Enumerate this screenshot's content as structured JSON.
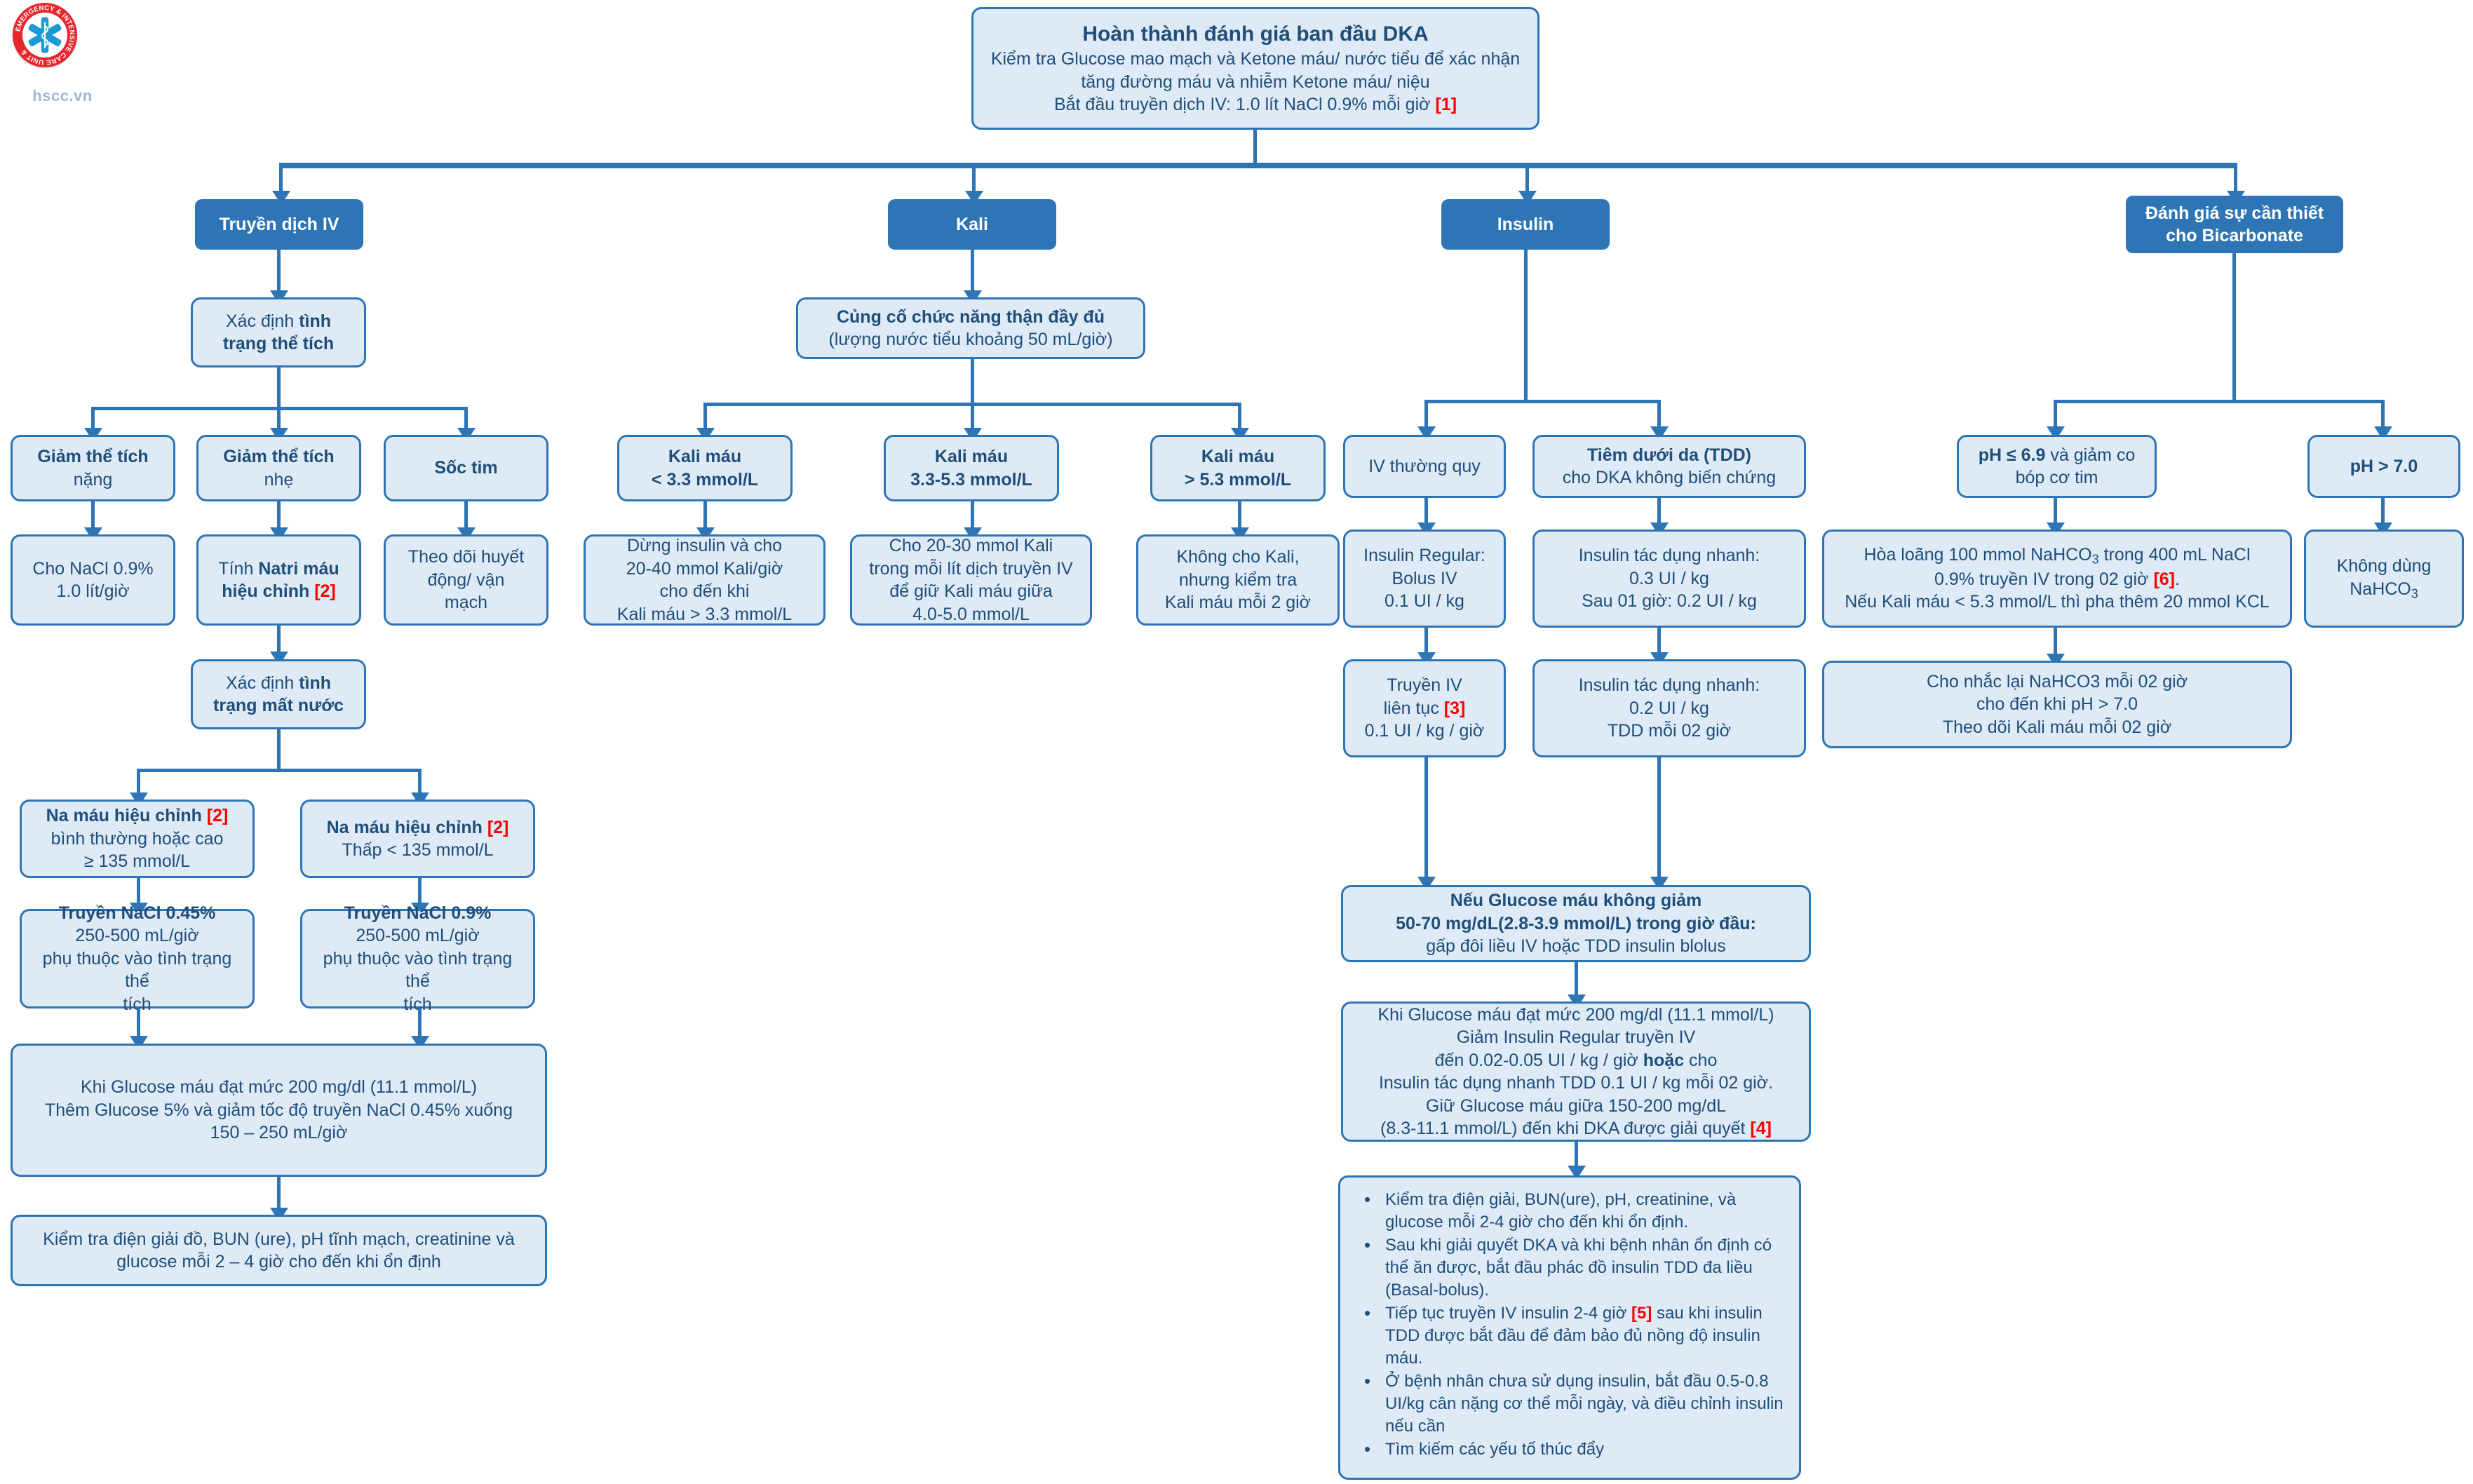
{
  "logo": {
    "ring_text": "EMERGENCY & INTENSIVE CARE UNIT",
    "site_name": "hscc.vn",
    "colors": {
      "ring": "#E8262D",
      "star": "#1C9AD6",
      "site_text": "#9FB6D4"
    }
  },
  "colors": {
    "header_fill": "#2E75B6",
    "box_fill": "#DEEAF6",
    "box_border": "#2E75B6",
    "text": "#1F4E79",
    "reference": "#FF0000",
    "connector": "#2E75B6"
  },
  "root": {
    "title": "Hoàn thành đánh giá ban đầu DKA",
    "line1": "Kiểm tra Glucose mao mạch và Ketone máu/ nước tiểu để xác nhận",
    "line2": "tăng đường máu và nhiễm Ketone máu/ niệu",
    "line3": "Bắt đầu truyền dịch IV: 1.0 lít NaCl 0.9% mỗi giờ",
    "ref3": "[1]"
  },
  "branches": {
    "fluids": {
      "header": "Truyền dịch IV"
    },
    "potassium": {
      "header": "Kali"
    },
    "insulin": {
      "header": "Insulin"
    },
    "bicarbonate": {
      "header_l1": "Đánh giá sự cần thiết",
      "header_l2": "cho Bicarbonate"
    }
  },
  "fluids": {
    "assess_volume": {
      "l1_pre": "Xác định ",
      "l1_b": "tình",
      "l2_b": "trạng thể tích"
    },
    "severe": {
      "l1": "Giảm thể tích",
      "l2": "nặng"
    },
    "mild": {
      "l1": "Giảm thể tích",
      "l2": "nhẹ"
    },
    "cardiogenic": {
      "l1": "Sốc tim"
    },
    "severe_action": {
      "l1": "Cho NaCl 0.9%",
      "l2": "1.0 lít/giờ"
    },
    "mild_action": {
      "l1_pre": "Tính ",
      "l1_b": "Natri máu",
      "l2_b": "hiệu chỉnh",
      "ref": "[2]"
    },
    "cardiogenic_action": {
      "l1": "Theo dõi huyết",
      "l2": "động/ vận",
      "l3": "mạch"
    },
    "assess_dehydration": {
      "l1_pre": "Xác định ",
      "l1_b": "tình",
      "l2_b": "trạng mất nước"
    },
    "na_normal_high": {
      "l1_b": "Na máu hiệu chỉnh",
      "ref": "[2]",
      "l2": "bình thường hoặc cao",
      "l3": "≥ 135 mmol/L"
    },
    "na_low": {
      "l1_b": "Na máu hiệu chỉnh",
      "ref": "[2]",
      "l2": "Thấp < 135 mmol/L"
    },
    "nacl_045": {
      "l1_b": "Truyền NaCl 0.45%",
      "l2": "250-500 mL/giờ",
      "l3": "phụ thuộc vào tình trạng thể",
      "l4": "tích"
    },
    "nacl_09": {
      "l1_b": "Truyền NaCl 0.9%",
      "l2": "250-500 mL/giờ",
      "l3": "phụ thuộc vào tình trạng thể",
      "l4": "tích"
    },
    "glucose_200": {
      "l1": "Khi Glucose máu đạt mức 200 mg/dl (11.1 mmol/L)",
      "l2": "Thêm Glucose 5% và giảm tốc độ truyền NaCl 0.45% xuống",
      "l3": "150 – 250 mL/giờ"
    },
    "monitor": {
      "l1": "Kiểm tra điện giải đồ, BUN (ure), pH tĩnh mạch, creatinine và",
      "l2": "glucose mỗi 2 – 4 giờ cho đến khi ổn định"
    }
  },
  "potassium": {
    "renal": {
      "l1_b": "Củng cố chức năng thận đầy đủ",
      "l2": "(lượng nước tiểu khoảng 50 mL/giờ)"
    },
    "low": {
      "l1": "Kali máu",
      "l2": "< 3.3 mmol/L"
    },
    "mid": {
      "l1": "Kali máu",
      "l2": "3.3-5.3 mmol/L"
    },
    "high": {
      "l1": "Kali máu",
      "l2": "> 5.3 mmol/L"
    },
    "low_action": {
      "l1": "Dừng insulin và cho",
      "l2": "20-40 mmol Kali/giờ",
      "l3": "cho đến khi",
      "l4": "Kali máu > 3.3 mmol/L"
    },
    "mid_action": {
      "l1": "Cho 20-30 mmol Kali",
      "l2": "trong mỗi lít dịch truyền IV",
      "l3": "để giữ Kali máu giữa",
      "l4": "4.0-5.0 mmol/L"
    },
    "high_action": {
      "l1": "Không cho Kali,",
      "l2": "nhưng kiểm tra",
      "l3": "Kali máu mỗi 2 giờ"
    }
  },
  "insulin": {
    "iv_route": {
      "l1": "IV thường quy"
    },
    "sc_route": {
      "l1_b": "Tiêm dưới da (TDD)",
      "l2": "cho DKA không biến chứng"
    },
    "iv_bolus": {
      "l1": "Insulin Regular:",
      "l2": "Bolus IV",
      "l3": "0.1 UI / kg"
    },
    "sc_rapid1": {
      "l1": "Insulin tác dụng nhanh:",
      "l2": "0.3 UI / kg",
      "l3": "Sau 01 giờ: 0.2 UI / kg"
    },
    "iv_infusion": {
      "l1": "Truyền IV",
      "l2": "liên tục",
      "ref": "[3]",
      "l3": "0.1 UI / kg / giờ"
    },
    "sc_rapid2": {
      "l1": "Insulin tác dụng nhanh:",
      "l2": "0.2 UI / kg",
      "l3": "TDD mỗi 02 giờ"
    },
    "no_drop": {
      "l1_b": "Nếu Glucose máu không giảm",
      "l2_b": "50-70 mg/dL(2.8-3.9 mmol/L) trong giờ đầu:",
      "l3": "gấp đôi liều IV hoặc TDD insulin blolus"
    },
    "glucose_200": {
      "l1": "Khi Glucose máu đạt mức 200 mg/dl (11.1 mmol/L)",
      "l2": "Giảm Insulin Regular truyền IV",
      "l3_a": "đến 0.02-0.05 UI / kg / giờ ",
      "l3_b": "hoặc",
      "l3_c": " cho",
      "l4": "Insulin tác dụng nhanh TDD 0.1 UI / kg mỗi 02 giờ.",
      "l5": "Giữ Glucose máu giữa 150-200 mg/dL",
      "l6": "(8.3-11.1 mmol/L) đến khi DKA được giải quyết",
      "ref": "[4]"
    },
    "notes": {
      "items": [
        "Kiểm tra điện giải, BUN(ure), pH, creatinine, và glucose mỗi 2-4 giờ cho đến khi ổn định.",
        "Sau khi giải quyết DKA và khi bệnh nhân ổn định có thể ăn được, bắt đầu phác đồ insulin TDD đa liều (Basal-bolus).",
        "Ở bệnh nhân chưa sử dụng insulin, bắt đầu 0.5-0.8 UI/kg cân nặng cơ thể mỗi ngày, và điều chỉnh insulin nếu cần",
        "Tìm kiếm các yếu tố thúc đẩy"
      ],
      "item3_a": "Tiếp tục truyền IV insulin 2-4 giờ ",
      "item3_ref": "[5]",
      "item3_b": " sau khi insulin TDD được bắt đầu để đảm bảo đủ nồng độ insulin máu."
    }
  },
  "bicarbonate": {
    "low_ph": {
      "l1_b": "pH ≤ 6.9",
      "l1_rest": " và giảm co",
      "l2": "bóp cơ tim"
    },
    "high_ph": {
      "l1_b": "pH > 7.0"
    },
    "low_ph_action": {
      "l1_a": "Hòa loãng 100 mmol NaHCO",
      "l1_sub": "3",
      "l1_b": " trong 400 mL NaCl",
      "l2_a": "0.9% truyền IV trong 02 giờ ",
      "l2_ref": "[6]",
      "l2_b": ".",
      "l3": "Nếu Kali máu < 5.3 mmol/L thì pha thêm 20 mmol KCL"
    },
    "high_ph_action": {
      "l1": "Không dùng",
      "l2_a": "NaHCO",
      "l2_sub": "3"
    },
    "repeat": {
      "l1": "Cho nhắc lại NaHCO3 mỗi 02 giờ",
      "l2": "cho đến khi pH > 7.0",
      "l3": "Theo dõi Kali máu mỗi 02 giờ"
    }
  }
}
